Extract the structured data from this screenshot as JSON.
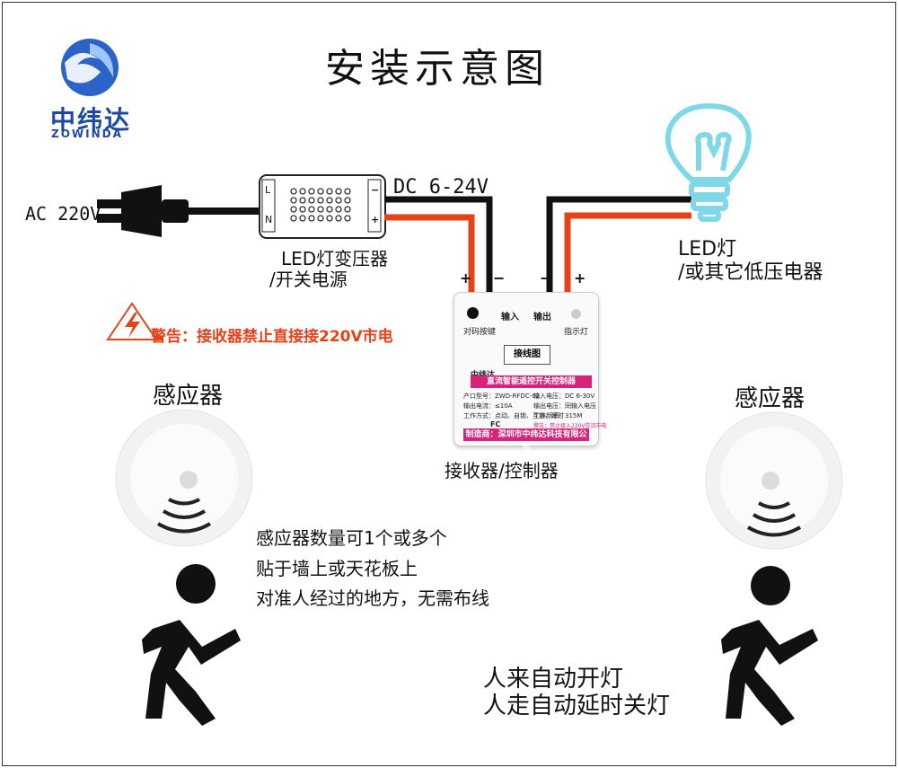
{
  "title": "安装示意图",
  "brand": {
    "name_cn": "中纬达",
    "name_en": "ZOWINDA"
  },
  "power": {
    "input_label": "AC 220V",
    "dc_label": "DC 6-24V"
  },
  "transformer": {
    "line1": "LED灯变压器",
    "line2": "/开关电源",
    "pin_l": "L",
    "pin_n": "N",
    "out_minus": "−",
    "out_plus": "+"
  },
  "load": {
    "line1": "LED灯",
    "line2": "/或其它低压电器"
  },
  "warning": {
    "text": "警告：接收器禁止直接接220V市电"
  },
  "controller": {
    "caption": "接收器/控制器",
    "pair_button": "对码按键",
    "input": "输入",
    "output": "输出",
    "indicator": "指示灯",
    "wiring": "接线图",
    "brand_small": "中纬达",
    "product_name": "直流智能遥控开关控制器",
    "model_label": "产口型号：ZWD-RFDC-02",
    "input_voltage": "输入电压：DC 6-30V",
    "output_current": "输出电流：≤10A",
    "output_voltage": "输出电压：同输入电压",
    "work_mode": "工作方式：点动、自锁、互锁、延时",
    "frequency": "工作频率：315M",
    "cert": "FC",
    "notice": "警告：禁止接入220V交流市电",
    "maker": "制造商：深圳市中纬达科技有限公司",
    "in_minus": "−",
    "in_plus": "+",
    "out_minus": "−",
    "out_plus": "+"
  },
  "sensor_left": {
    "label": "感应器"
  },
  "sensor_right": {
    "label": "感应器"
  },
  "notes": [
    "感应器数量可1个或多个",
    "贴于墙上或天花板上",
    "对准人经过的地方，无需布线"
  ],
  "auto": [
    "人来自动开灯",
    "人走自动延时关灯"
  ],
  "colors": {
    "wire_red": "#e5421a",
    "wire_black": "#111111",
    "brand_blue": "#1b4aa6",
    "warn": "#e5421a",
    "bulb": "#7fd8e8",
    "magenta": "#d8237a"
  }
}
